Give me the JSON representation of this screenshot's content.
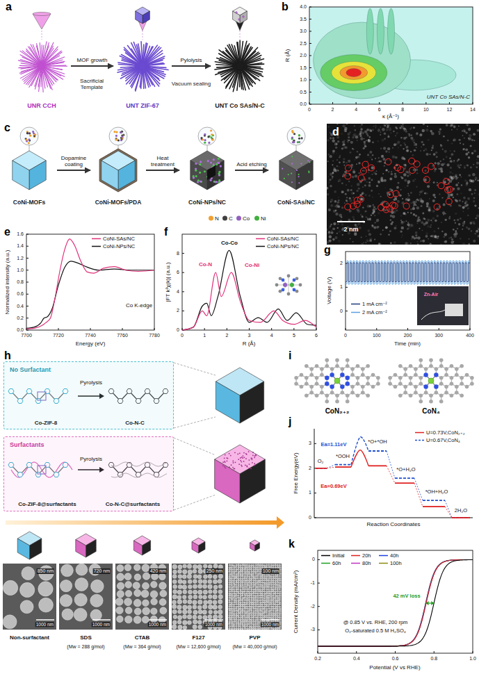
{
  "diagram": {
    "nodes": [
      {
        "text": [
          "UNR CCH"
        ]
      },
      {
        "text": [
          "UNT ZIF-67"
        ]
      },
      {
        "text": [
          "UNT Co SAs/N-C"
        ]
      },
      {
        "text": [
          "CoNi-MOFs"
        ]
      },
      {
        "text": [
          "CoNi-MOFs/PDA"
        ]
      },
      {
        "text": [
          "CoNi-NPs/NC"
        ]
      },
      {
        "text": [
          "CoNi-SAs/NC"
        ]
      },
      {
        "text": [
          "No Surfactant",
          "Pyrolysis",
          "Co-ZIF-8",
          "Co-N-C"
        ]
      },
      {
        "text": [
          "Surfactants",
          "Pyrolysis",
          "Co-ZIF-8@surfactants",
          "Co-N-C@surfactants"
        ]
      }
    ],
    "edges": [
      {
        "from": 0,
        "to": 1,
        "label": "MOF growth",
        "arrow": "to"
      },
      {
        "from": 1,
        "to": 2,
        "label": "Pylolysis",
        "arrow": "to"
      },
      {
        "from": 3,
        "to": 4,
        "label": "Dopamine coating",
        "arrow": "to"
      },
      {
        "from": 4,
        "to": 5,
        "label": "Heat treatment",
        "arrow": "to"
      },
      {
        "from": 5,
        "to": 6,
        "label": "Acid etching",
        "arrow": "to"
      }
    ],
    "labels": [
      "a",
      "Sacrificial Template",
      "Vacuum sealing",
      "b",
      "4.0",
      "3.5",
      "3.0",
      "2.5",
      "2.0",
      "1.5",
      "1.0",
      "0.5",
      "0.0",
      "R (Å)",
      "0",
      "2",
      "4",
      "6",
      "8",
      "10",
      "12",
      "14",
      "κ (Å⁻¹)",
      "UNT Co SAs/N-C",
      "c",
      "d",
      "2 nm",
      "e",
      "Normalized intensity (a.u.)",
      "1.6",
      "1.4",
      "1.2",
      "1.0",
      "0.8",
      "0.6",
      "0.4",
      "0.2",
      "0.0",
      "7700",
      "7720",
      "7740",
      "7760",
      "7780",
      "Energy (eV)",
      "Co K-edge",
      "f",
      "|FT k³χ(k)| (a.u.)",
      "8",
      "6",
      "4",
      "2",
      "0",
      "0",
      "1",
      "2",
      "3",
      "4",
      "5",
      "6",
      "R (Å)",
      "Co-Co",
      "Co-N",
      "Co-Ni",
      "g",
      "Voltage (V)",
      "2",
      "1",
      "0",
      "0",
      "100",
      "200",
      "300",
      "400",
      "Time (min)",
      "Zn-Air",
      "h",
      "850 nm",
      "720 nm",
      "420 nm",
      "250 nm",
      "100 nm",
      "1000 nm",
      "1000 nm",
      "1000 nm",
      "1000 nm",
      "1000 nm",
      "Non-surfactant",
      "SDS",
      "(Mw = 288 g/mol)",
      "CTAB",
      "(Mw = 364 g/mol)",
      "F127",
      "(Mw = 12,600 g/mol)",
      "PVP",
      "(Mw = 40,000 g/mol)",
      "i",
      "CoN₂₊₂",
      "CoN₄",
      "j",
      "Free Energy(eV)",
      "3",
      "2",
      "1",
      "0",
      "Reaction Coordinates",
      "O₂",
      "*OOH",
      "*O+*OH",
      "*O+H₂O",
      "*OH+H₂O",
      "2H₂O",
      "Ea=1.11eV",
      "Ea=0.69eV",
      "k",
      "Current Density (mA/cm²)",
      "0",
      "-1",
      "-2",
      "-3",
      "0.2",
      "0.4",
      "0.6",
      "0.8",
      "1.0",
      "Potential (V vs RHE)",
      "42 mV loss",
      "@ 0.85 V vs. RHE, 200 rpm",
      "O₂-saturated 0.5 M H₂SO₄"
    ],
    "legend": [
      {
        "text": "N",
        "color": "#f0a030"
      },
      {
        "text": "C",
        "color": "#404040"
      },
      {
        "text": "Co",
        "color": "#9060c0"
      },
      {
        "text": "Ni",
        "color": "#40b040"
      },
      {
        "text": "CoNi-SAs/NC"
      },
      {
        "text": "CoNi-NPs/NC"
      },
      {
        "text": "CoNi-SAs/NC"
      },
      {
        "text": "CoNi-NPs/NC"
      },
      {
        "text": "1 mA cm⁻²"
      },
      {
        "text": "2 mA cm⁻²"
      },
      {
        "text": "U=0.73V,CoN₂₊₂"
      },
      {
        "text": "U=0.67V,CoN₄"
      },
      {
        "text": "Initial"
      },
      {
        "text": "20h"
      },
      {
        "text": "40h"
      },
      {
        "text": "60h"
      },
      {
        "text": "80h"
      },
      {
        "text": "100h"
      }
    ]
  }
}
